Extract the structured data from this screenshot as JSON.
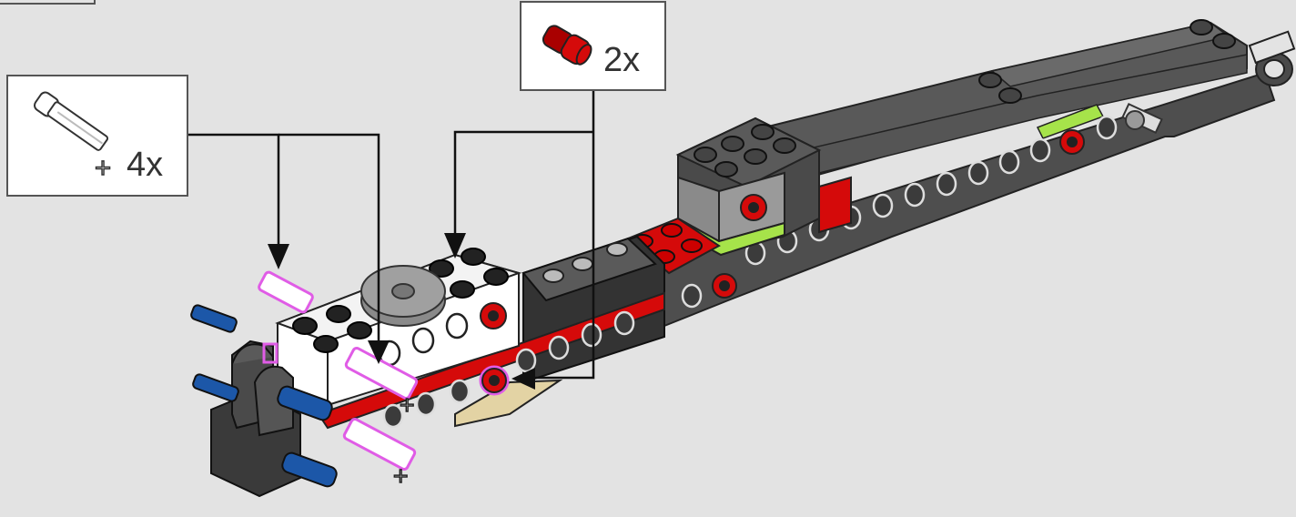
{
  "instruction_step": {
    "callouts": [
      {
        "part": "axle-white",
        "quantity": "4x"
      },
      {
        "part": "pin-red",
        "quantity": "2x"
      }
    ]
  },
  "colors": {
    "background": "#e3e3e3",
    "dark_gray": "#4a4a4a",
    "light_gray": "#8a8a8a",
    "black": "#222222",
    "red": "#d50a0a",
    "white": "#ffffff",
    "blue": "#1c57a8",
    "lime": "#a6e34a",
    "tan": "#e3d3a4",
    "highlight": "#e05ce6"
  }
}
